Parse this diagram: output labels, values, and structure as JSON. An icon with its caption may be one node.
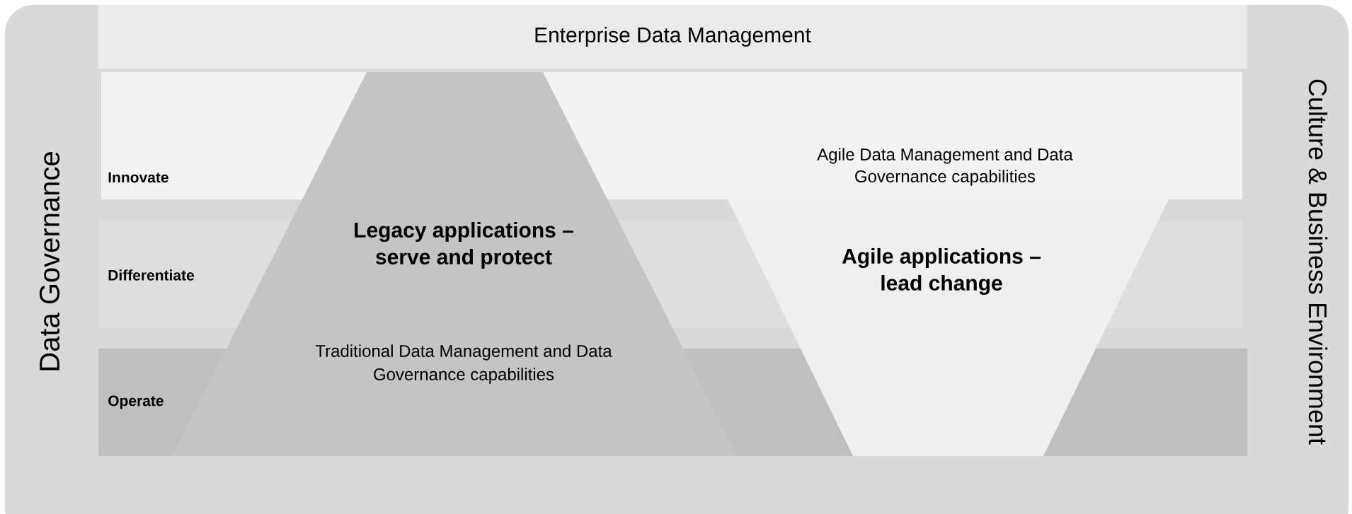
{
  "diagram": {
    "nodes": [
      {
        "text": [
          "Enterprise Data Management"
        ]
      },
      {
        "text": [
          "Legacy applications – serve and protect",
          "Traditional Data Management and Data Governance capabilities"
        ]
      },
      {
        "text": [
          "Agile applications – lead change"
        ]
      }
    ],
    "labels": [
      "Data Governance",
      "Agile Data Management and Data Governance capabilities",
      "Innovate",
      "Differentiate",
      "Operate",
      "Culture & Business Environment"
    ]
  }
}
